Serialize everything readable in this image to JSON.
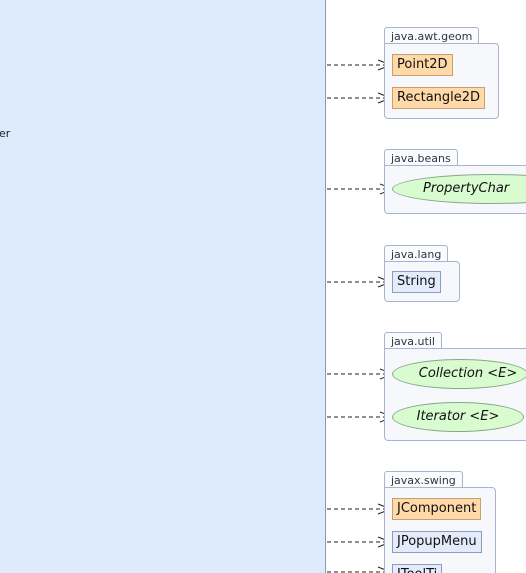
{
  "main_class": {
    "label_fragment": "er"
  },
  "packages": [
    {
      "id": "awt-geom",
      "name": "java.awt.geom",
      "classes": [
        {
          "label": "Point2D",
          "kind": "external"
        },
        {
          "label": "Rectangle2D",
          "kind": "external"
        }
      ]
    },
    {
      "id": "beans",
      "name": "java.beans",
      "classes": [
        {
          "label": "PropertyChar",
          "kind": "interface"
        }
      ]
    },
    {
      "id": "lang",
      "name": "java.lang",
      "classes": [
        {
          "label": "String",
          "kind": "internal"
        }
      ]
    },
    {
      "id": "util",
      "name": "java.util",
      "classes": [
        {
          "label": "Collection <E>",
          "kind": "interface"
        },
        {
          "label": "Iterator <E>",
          "kind": "interface"
        }
      ]
    },
    {
      "id": "swing",
      "name": "javax.swing",
      "classes": [
        {
          "label": "JComponent",
          "kind": "external"
        },
        {
          "label": "JPopupMenu",
          "kind": "internal"
        },
        {
          "label": "JToolTi",
          "kind": "internal"
        }
      ]
    }
  ],
  "colors": {
    "main_class_fill": "#deebfc",
    "external_class_fill": "#ffd9a8",
    "internal_class_fill": "#e4ecfb",
    "interface_fill": "#d9fbd0",
    "package_border": "#a9b3d3",
    "connector": "#222222"
  }
}
